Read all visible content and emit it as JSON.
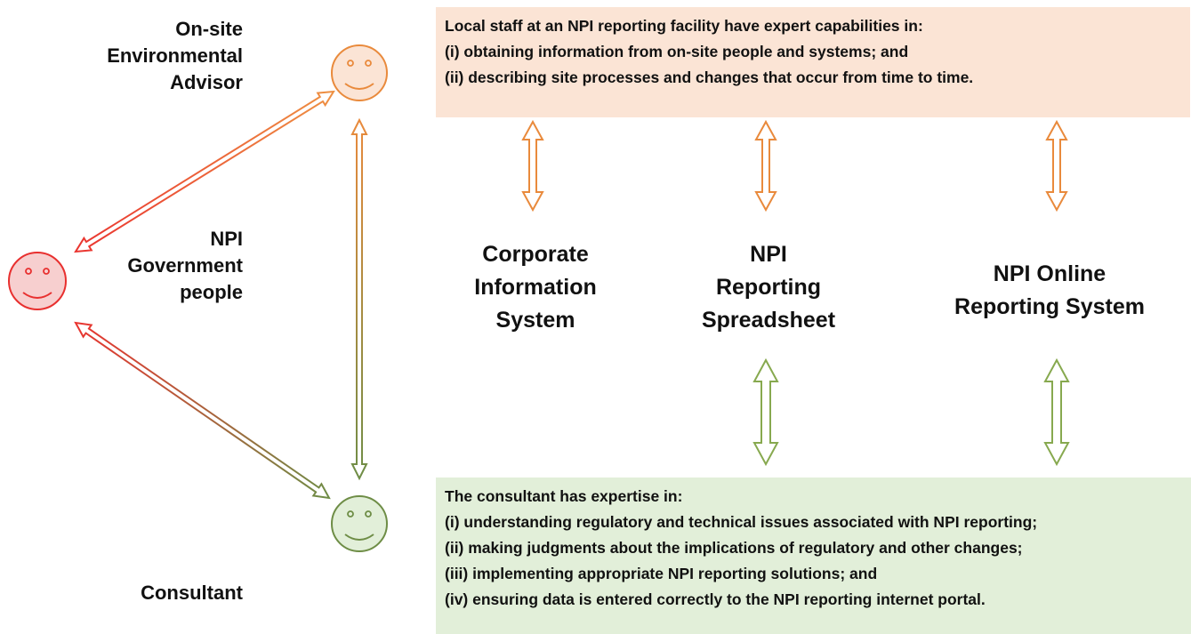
{
  "colors": {
    "orange": "#e98a3c",
    "red": "#e8302f",
    "red_fill": "#f7cfcf",
    "green": "#6e8d46",
    "green_arrow": "#87a94f",
    "top_box_fill": "#fbe4d5",
    "bottom_box_fill": "#e2efd9"
  },
  "icons": {
    "advisor": "smiley-face-orange",
    "government": "smiley-face-red",
    "consultant": "smiley-face-green",
    "arrows": "double-headed-arrow"
  },
  "roles": {
    "advisor": [
      "On-site",
      "Environmental",
      "Advisor"
    ],
    "government": [
      "NPI",
      "Government",
      "people"
    ],
    "consultant": "Consultant"
  },
  "systems": {
    "corporate": [
      "Corporate",
      "Information",
      "System"
    ],
    "spreadsheet": [
      "NPI",
      "Reporting",
      "Spreadsheet"
    ],
    "online": [
      "NPI Online",
      "Reporting System"
    ]
  },
  "top_box": {
    "lines": [
      "Local staff at an NPI reporting facility have expert capabilities in:",
      "(i) obtaining information from on-site people and systems; and",
      "(ii) describing site processes and changes that occur from time to time."
    ]
  },
  "bottom_box": {
    "lines": [
      "The consultant has expertise in:",
      "(i) understanding regulatory and technical issues associated with NPI reporting;",
      "(ii) making judgments about the implications of regulatory and other changes;",
      "(iii) implementing appropriate NPI reporting solutions; and",
      "(iv) ensuring data is entered correctly to the NPI reporting internet portal."
    ]
  }
}
